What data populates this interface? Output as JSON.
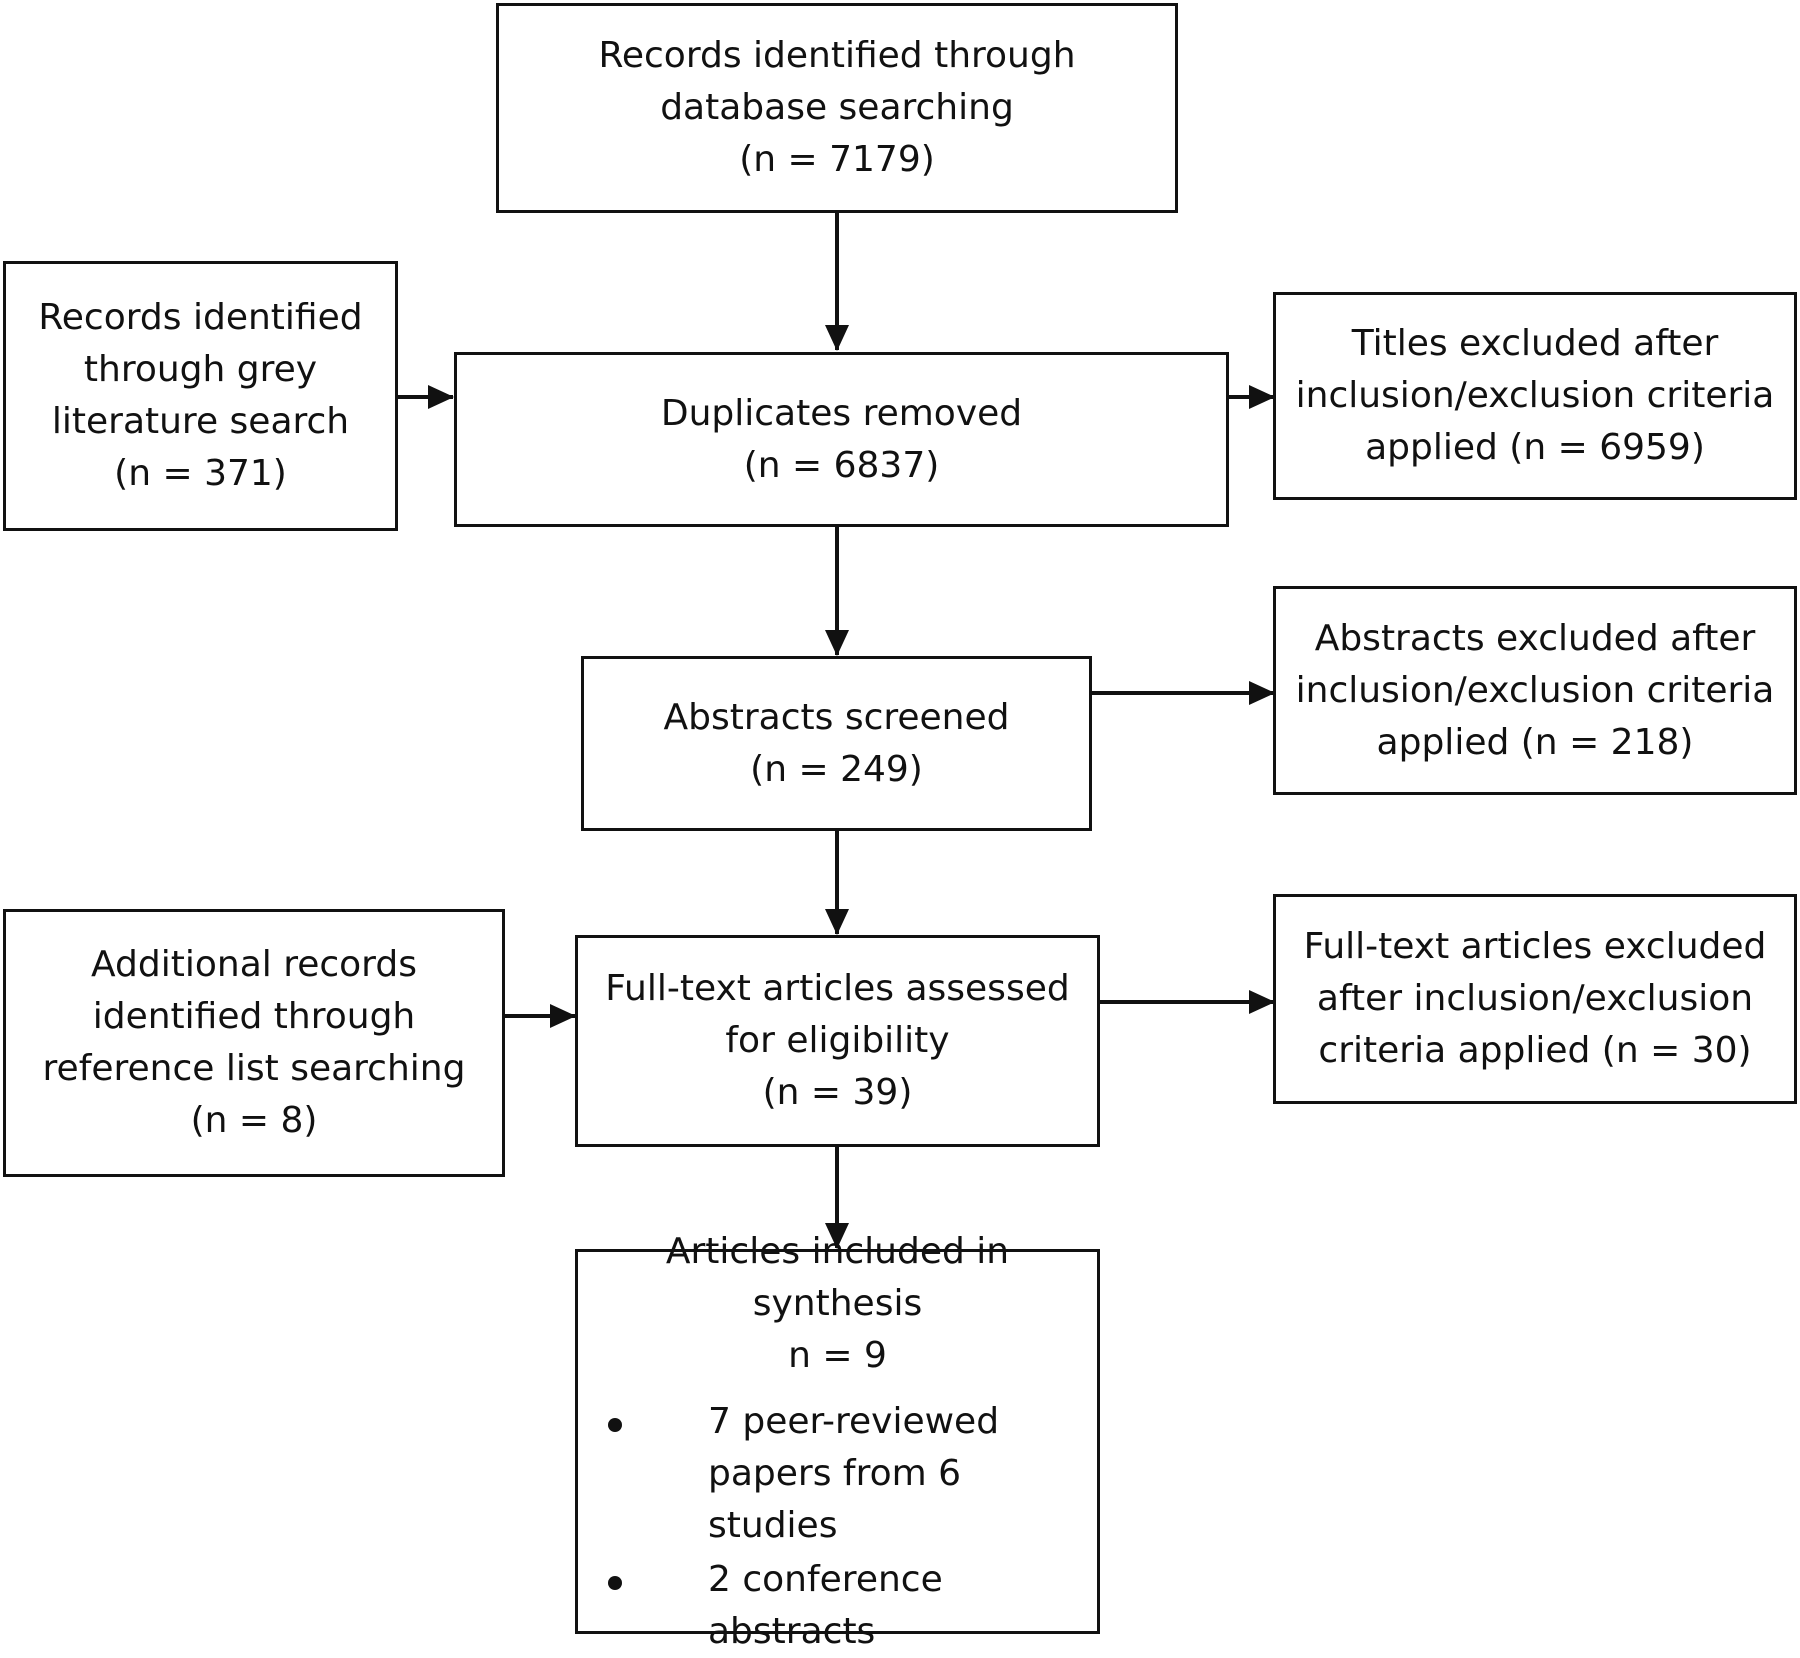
{
  "boxes": {
    "database": {
      "lines": [
        "Records identified through",
        "database searching",
        "(n = 7179)"
      ]
    },
    "grey": {
      "lines": [
        "Records identified",
        "through grey",
        "literature search",
        "(n = 371)"
      ]
    },
    "duplicates": {
      "lines": [
        "Duplicates removed",
        "(n = 6837)"
      ]
    },
    "titles_excluded": {
      "lines": [
        "Titles excluded after",
        "inclusion/exclusion criteria",
        "applied (n = 6959)"
      ]
    },
    "abstracts_screened": {
      "lines": [
        "Abstracts screened",
        "(n = 249)"
      ]
    },
    "abstracts_excluded": {
      "lines": [
        "Abstracts excluded after",
        "inclusion/exclusion criteria",
        "applied (n = 218)"
      ]
    },
    "additional": {
      "lines": [
        "Additional records",
        "identified through",
        "reference list searching",
        "(n = 8)"
      ]
    },
    "fulltext_assessed": {
      "lines": [
        "Full-text articles assessed",
        "for eligibility",
        "(n = 39)"
      ]
    },
    "fulltext_excluded": {
      "lines": [
        "Full-text articles excluded",
        "after inclusion/exclusion",
        "criteria applied (n = 30)"
      ]
    },
    "included": {
      "lines": [
        "Articles included in",
        "synthesis",
        "n = 9"
      ],
      "bullets": [
        {
          "lines": [
            "7 peer-reviewed",
            "papers from 6 studies"
          ]
        },
        {
          "lines": [
            "2 conference abstracts"
          ]
        }
      ]
    }
  },
  "colors": {
    "stroke": "#111111",
    "background": "#ffffff"
  }
}
